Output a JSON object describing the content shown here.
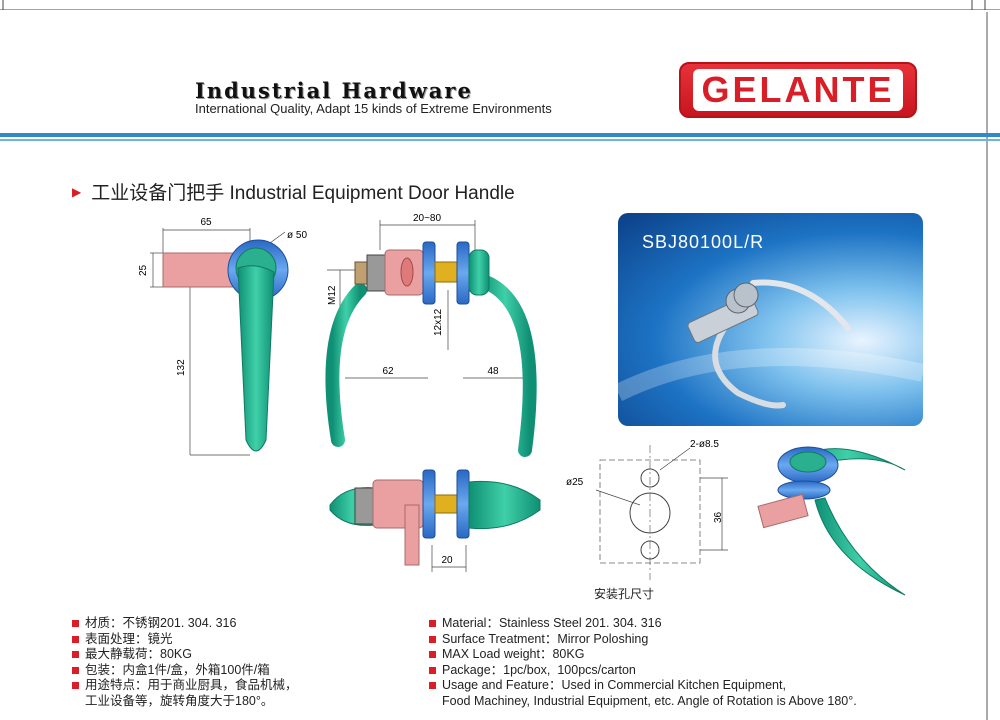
{
  "header": {
    "title": "Industrial Hardware",
    "subtitle": "International Quality, Adapt 15 kinds of Extreme Environments",
    "logo_text": "GELANTE"
  },
  "section": {
    "title": "工业设备门把手 Industrial Equipment Door Handle"
  },
  "drawing": {
    "front_dims": {
      "width": "65",
      "diameter": "ø 50",
      "height": "25",
      "length": "132"
    },
    "side_dims": {
      "gap": "20~80",
      "thread": "M12",
      "square": "12x12",
      "left": "62",
      "right": "48"
    },
    "bottom_dims": {
      "offset": "20"
    },
    "mount_dims": {
      "holes": "2-ø8.5",
      "diameter": "ø25",
      "spacing": "36"
    }
  },
  "photo": {
    "label": "SBJ80100L/R"
  },
  "mount_caption": "安装孔尺寸",
  "specs_cn": [
    "材质：不锈钢201. 304. 316",
    "表面处理：镜光",
    "最大静载荷：80KG",
    "包装：内盒1件/盒，外箱100件/箱",
    "用途特点：用于商业厨具，食品机械，\n工业设备等，旋转角度大于180°。"
  ],
  "specs_en": [
    "Material：Stainless Steel 201. 304. 316",
    "Surface Treatment：Mirror Poloshing",
    "MAX Load weight：80KG",
    "Package：1pc/box,  100pcs/carton",
    "Usage and Feature：Used in Commercial Kitchen Equipment,\nFood Machiney, Industrial Equipment, etc. Angle of Rotation is Above 180°."
  ],
  "colors": {
    "accent_red": "#d81e26",
    "rule_blue": "#2e8ac8",
    "handle_green": "#1fa88a",
    "knob_blue": "#3b7fd6",
    "shaft_pink": "#e8a2a2"
  }
}
